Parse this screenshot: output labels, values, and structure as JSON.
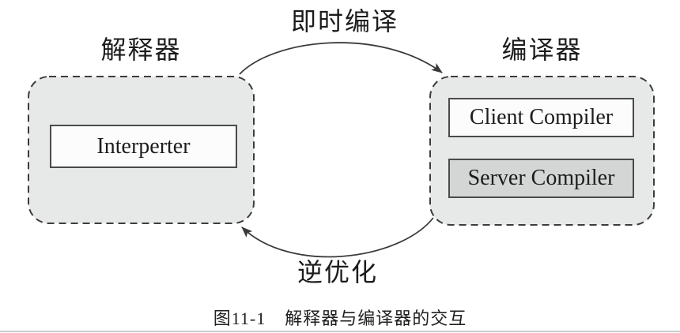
{
  "diagram": {
    "interpreter": {
      "label": "解释器",
      "box_label": "Interperter"
    },
    "compiler": {
      "label": "编译器",
      "client_box_label": "Client Compiler",
      "server_box_label": "Server Compiler"
    },
    "arrows": {
      "top_label": "即时编译",
      "bottom_label": "逆优化"
    },
    "caption": {
      "number": "图11-1",
      "text": "解释器与编译器的交互"
    },
    "colors": {
      "group_fill": "#e7e9e8",
      "group_border": "#3c3c3c",
      "inner_border": "#4a4a4a",
      "white_box_fill": "#fbfcfb",
      "gray_box_fill": "#d4d6d5",
      "arrow": "#3a3a3a",
      "text": "#1c1c1c",
      "rule": "#cccccc"
    }
  }
}
